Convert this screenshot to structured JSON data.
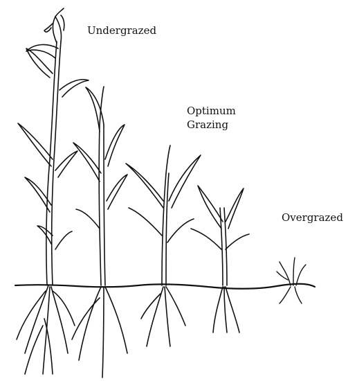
{
  "labels": {
    "undergrazed": "Undergrazed",
    "optimum_line1": "Optimum",
    "optimum_line2": "Grazing",
    "overgrazed": "Overgrazed"
  },
  "plants": [
    {
      "name": "undergrazed-plant"
    },
    {
      "name": "tall-plant"
    },
    {
      "name": "optimum-plant-1"
    },
    {
      "name": "optimum-plant-2"
    },
    {
      "name": "overgrazed-plant"
    }
  ],
  "colors": {
    "ink": "#111111",
    "background": "#ffffff"
  }
}
